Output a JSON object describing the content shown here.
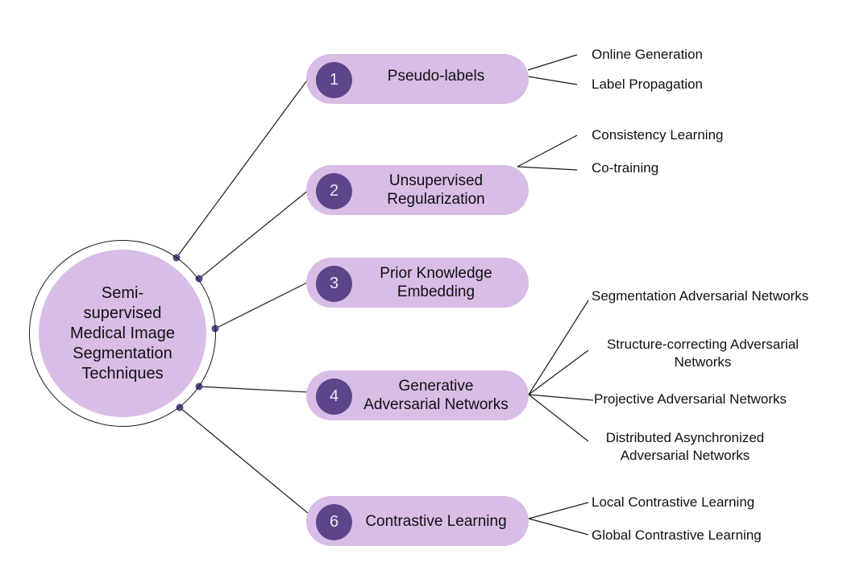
{
  "center": {
    "label": "Semi-\nsupervised\nMedical Image\nSegmentation\nTechniques"
  },
  "branches": [
    {
      "number": "1",
      "label": "Pseudo-labels",
      "children": [
        "Online Generation",
        "Label Propagation"
      ]
    },
    {
      "number": "2",
      "label": "Unsupervised\nRegularization",
      "children": [
        "Consistency Learning",
        "Co-training"
      ]
    },
    {
      "number": "3",
      "label": "Prior Knowledge\nEmbedding",
      "children": []
    },
    {
      "number": "4",
      "label": "Generative\nAdversarial Networks",
      "children": [
        "Segmentation Adversarial Networks",
        "Structure-correcting Adversarial\nNetworks",
        "Projective Adversarial Networks",
        "Distributed Asynchronized\nAdversarial Networks"
      ]
    },
    {
      "number": "6",
      "label": "Contrastive Learning",
      "children": [
        "Local Contrastive Learning",
        "Global Contrastive Learning"
      ]
    }
  ],
  "colors": {
    "pill": "#d8bde6",
    "number_badge": "#5c4689",
    "dot": "#5c4689",
    "line": "#1a1a1a"
  }
}
